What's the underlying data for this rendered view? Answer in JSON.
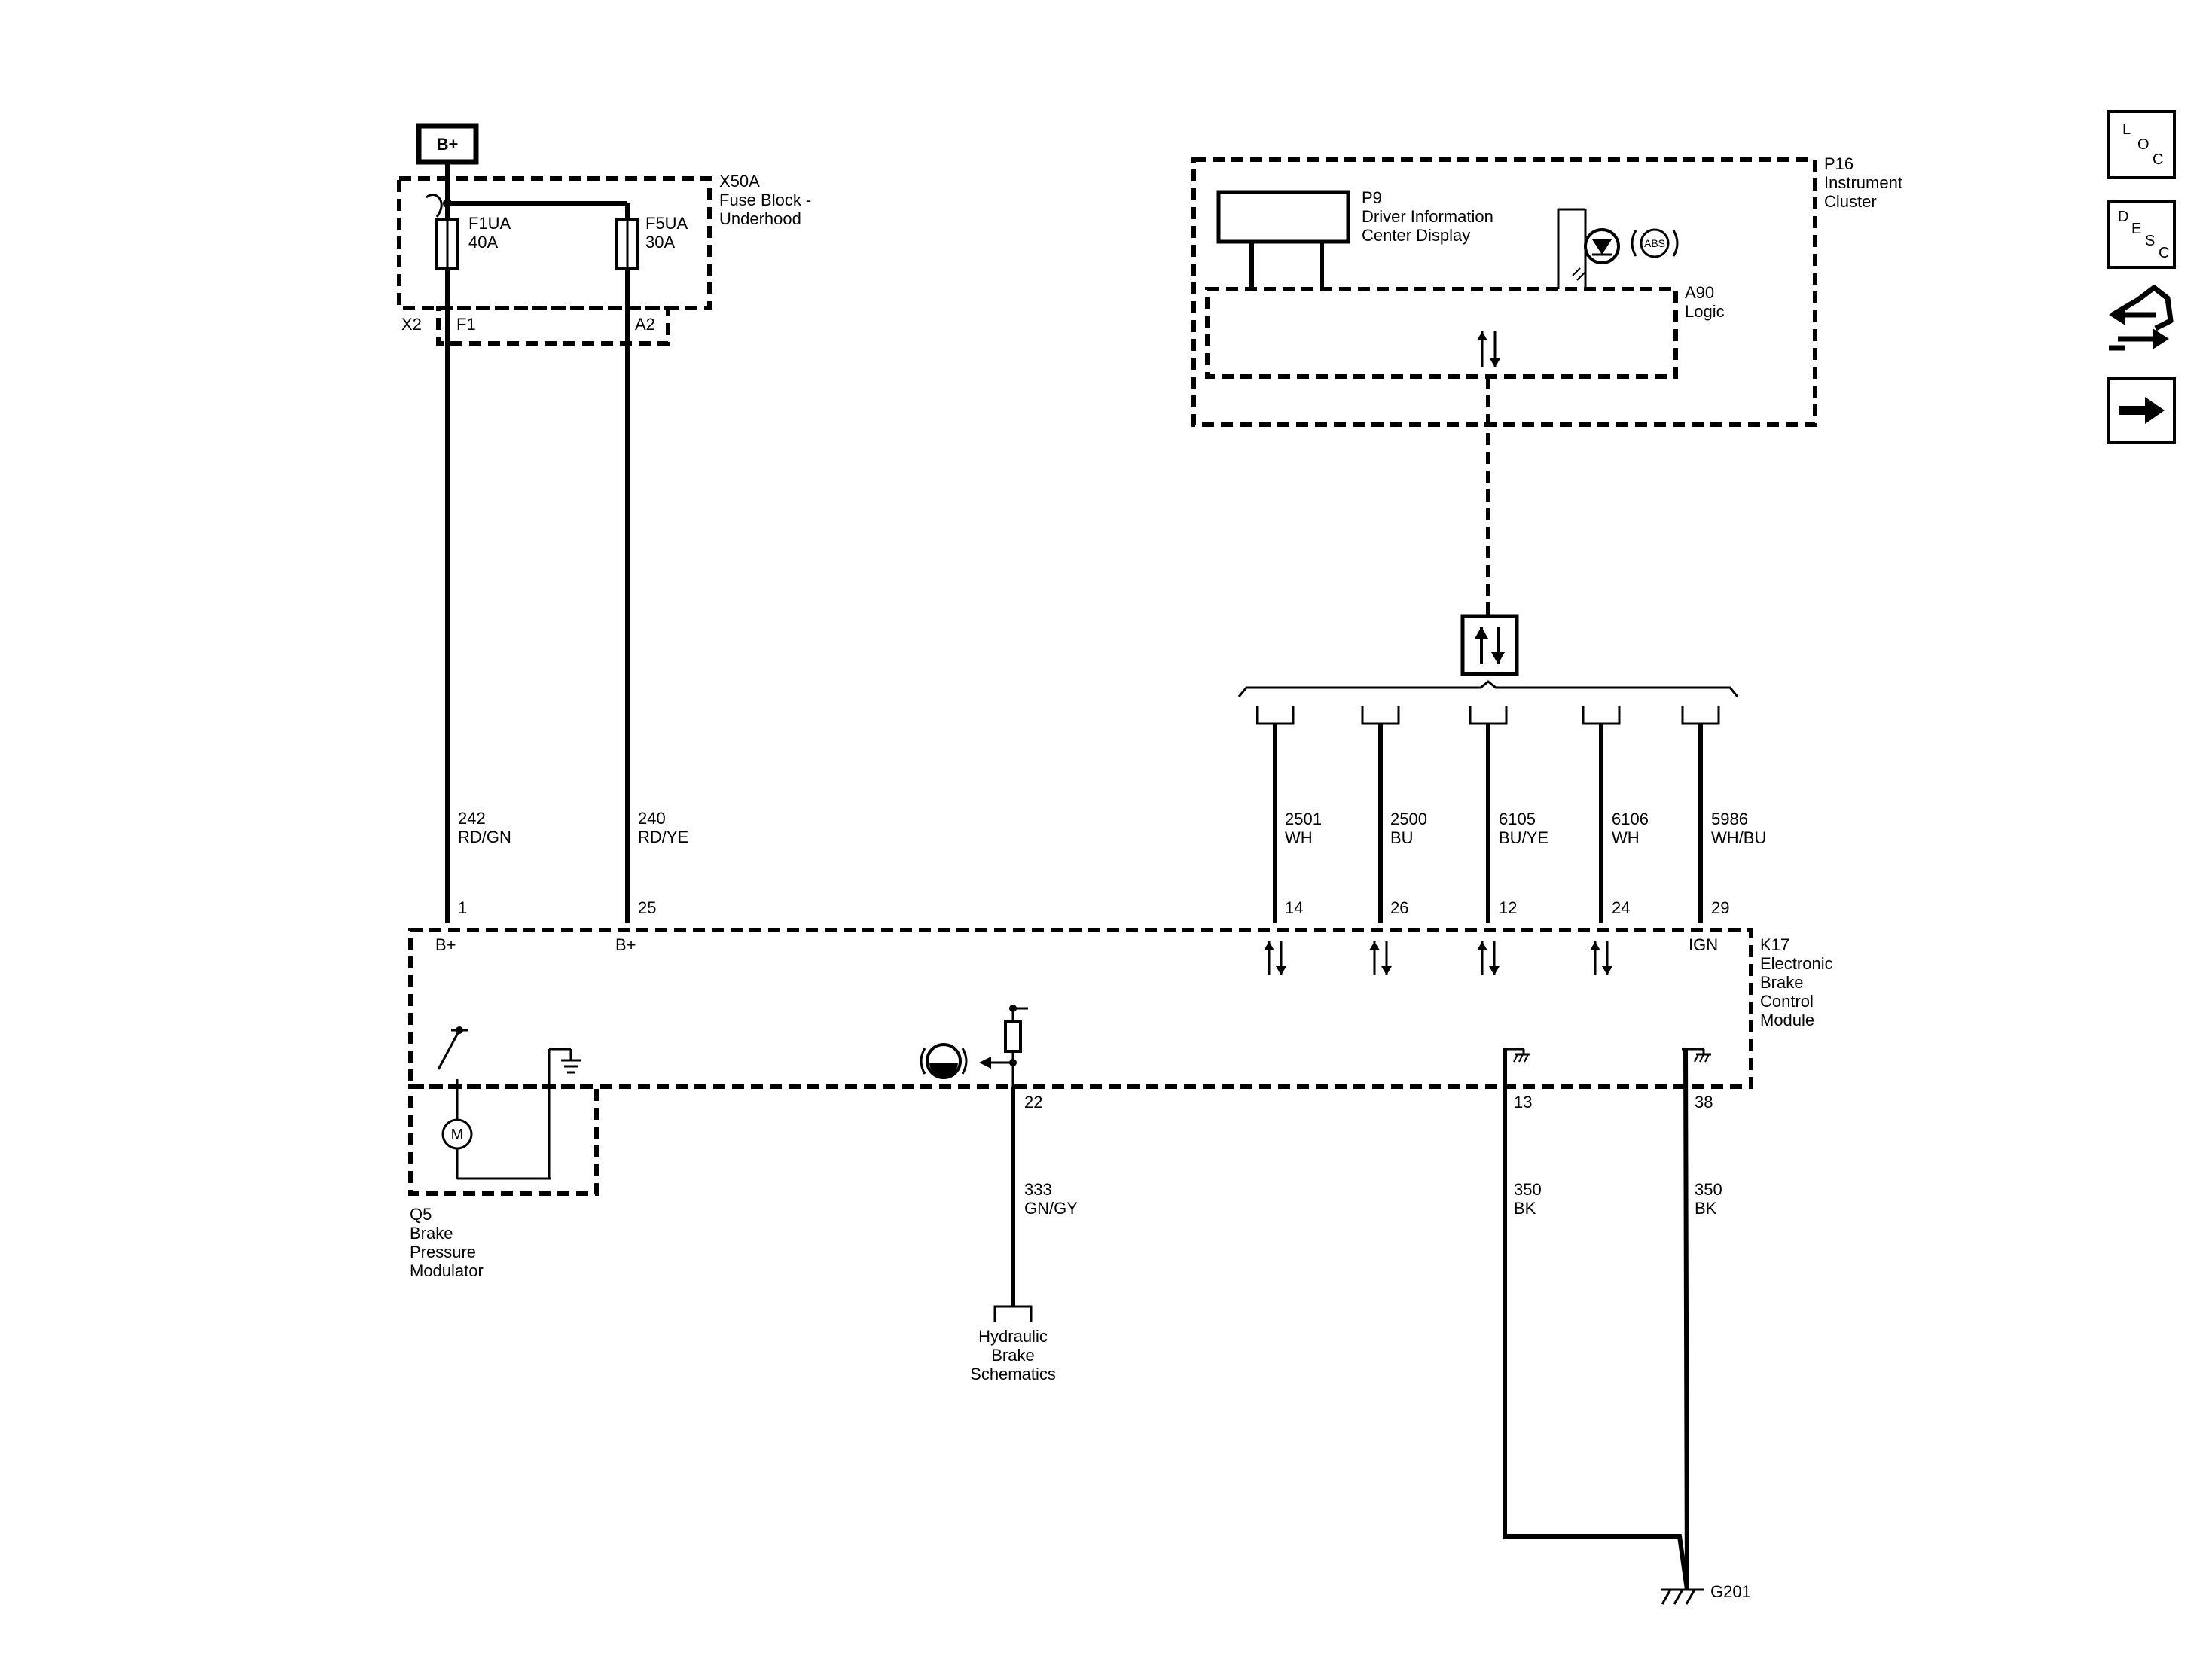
{
  "power_source": {
    "label": "B+"
  },
  "fuse_block": {
    "name": "X50A",
    "desc_line1": "Fuse Block -",
    "desc_line2": "Underhood",
    "fuses": [
      {
        "name": "F1UA",
        "rating": "40A"
      },
      {
        "name": "F5UA",
        "rating": "30A"
      }
    ],
    "connectors": [
      "X2",
      "F1",
      "A2"
    ]
  },
  "instrument_cluster": {
    "name": "P16",
    "desc_line1": "Instrument",
    "desc_line2": "Cluster",
    "display": {
      "name": "P9",
      "desc_line1": "Driver Information",
      "desc_line2": "Center Display"
    },
    "logic": {
      "name": "A90",
      "desc": "Logic"
    },
    "abs_lamp_label": "ABS"
  },
  "wires": [
    {
      "circuit": "242",
      "color": "RD/GN",
      "pin": "1",
      "pin_label": "B+"
    },
    {
      "circuit": "240",
      "color": "RD/YE",
      "pin": "25",
      "pin_label": "B+"
    },
    {
      "circuit": "2501",
      "color": "WH",
      "pin": "14"
    },
    {
      "circuit": "2500",
      "color": "BU",
      "pin": "26"
    },
    {
      "circuit": "6105",
      "color": "BU/YE",
      "pin": "12"
    },
    {
      "circuit": "6106",
      "color": "WH",
      "pin": "24"
    },
    {
      "circuit": "5986",
      "color": "WH/BU",
      "pin": "29",
      "pin_label": "IGN"
    },
    {
      "circuit": "333",
      "color": "GN/GY",
      "pin": "22"
    },
    {
      "circuit": "350",
      "color": "BK",
      "pin": "13"
    },
    {
      "circuit": "350",
      "color": "BK",
      "pin": "38"
    }
  ],
  "ebcm": {
    "name": "K17",
    "desc_lines": [
      "Electronic",
      "Brake",
      "Control",
      "Module"
    ]
  },
  "modulator": {
    "name": "Q5",
    "desc_lines": [
      "Brake",
      "Pressure",
      "Modulator"
    ],
    "motor_label": "M"
  },
  "hydraulic_ref": {
    "lines": [
      "Hydraulic",
      "Brake",
      "Schematics"
    ]
  },
  "ground": {
    "name": "G201"
  },
  "side_icons": [
    {
      "name": "loc-icon",
      "letters": [
        "L",
        "O",
        "C"
      ]
    },
    {
      "name": "desc-icon",
      "letters": [
        "D",
        "E",
        "S",
        "C"
      ]
    },
    {
      "name": "connector-icon"
    },
    {
      "name": "next-arrow-icon"
    }
  ]
}
